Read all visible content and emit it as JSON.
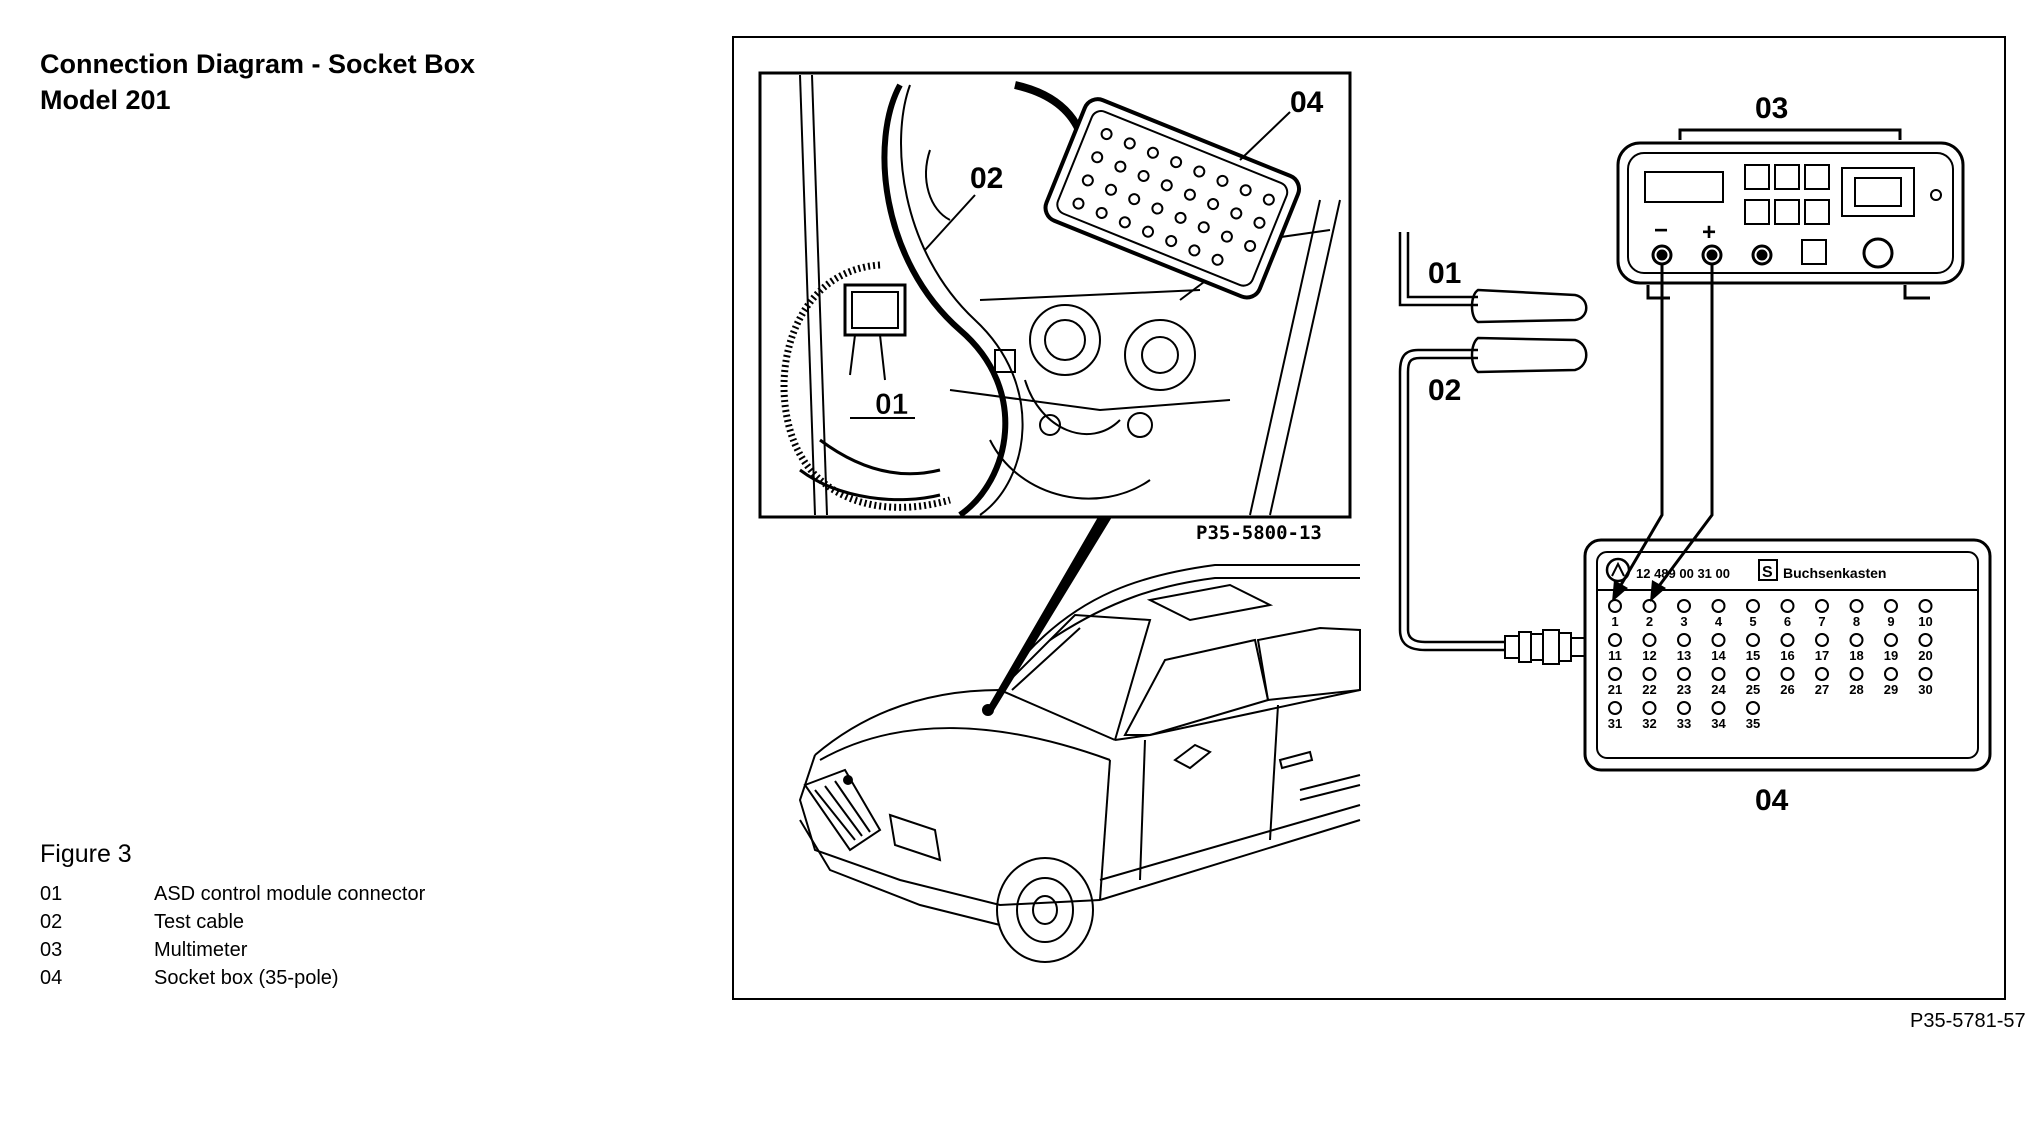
{
  "header": {
    "title_line1": "Connection Diagram - Socket Box",
    "title_line2": "Model 201"
  },
  "figure": {
    "label": "Figure 3",
    "legend": [
      {
        "num": "01",
        "text": "ASD control module connector"
      },
      {
        "num": "02",
        "text": "Test cable"
      },
      {
        "num": "03",
        "text": "Multimeter"
      },
      {
        "num": "04",
        "text": "Socket box (35-pole)"
      }
    ],
    "reference": "P35-5781-57"
  },
  "inset": {
    "reference": "P35-5800-13",
    "callouts": {
      "c04": "04",
      "c02": "02",
      "c01": "01"
    }
  },
  "schematic": {
    "callouts": {
      "multimeter": "03",
      "connector": "01",
      "cable": "02",
      "socket_box": "04"
    },
    "meter_terminals": {
      "minus": "−",
      "plus": "+"
    },
    "socket_box_header": {
      "part_number": "12 489 00 31 00",
      "s_mark": "S",
      "name": "Buchsenkasten"
    },
    "sockets": [
      "1",
      "2",
      "3",
      "4",
      "5",
      "6",
      "7",
      "8",
      "9",
      "10",
      "11",
      "12",
      "13",
      "14",
      "15",
      "16",
      "17",
      "18",
      "19",
      "20",
      "21",
      "22",
      "23",
      "24",
      "25",
      "26",
      "27",
      "28",
      "29",
      "30",
      "31",
      "32",
      "33",
      "34",
      "35"
    ]
  }
}
